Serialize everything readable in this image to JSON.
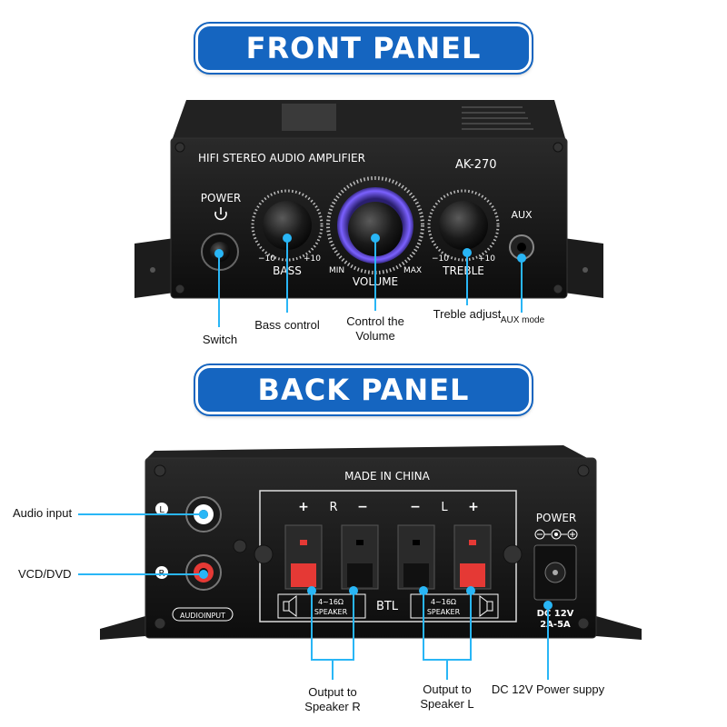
{
  "colors": {
    "banner": "#1565c0",
    "callout_line": "#29b6f6",
    "chassis": "#151515",
    "terminal_red": "#e53935"
  },
  "front": {
    "banner_title": "FRONT PANEL",
    "device_title": "HIFI STEREO AUDIO AMPLIFIER",
    "model": "AK-270",
    "power_label": "POWER",
    "power_icon": "power-icon",
    "aux_label": "AUX",
    "bass": {
      "label": "BASS",
      "min": "−10",
      "max": "+10"
    },
    "volume": {
      "label": "VOLUME",
      "min": "MIN",
      "max": "MAX"
    },
    "treble": {
      "label": "TREBLE",
      "min": "−10",
      "max": "+10"
    },
    "callouts": {
      "switch": "Switch",
      "bass": "Bass control",
      "volume_line1": "Control the",
      "volume_line2": "Volume",
      "treble": "Treble adjust",
      "aux": "AUX mode"
    }
  },
  "back": {
    "banner_title": "BACK PANEL",
    "made_in": "MADE IN CHINA",
    "input_l": "L",
    "input_r": "R",
    "audio_input": "AUDIOINPUT",
    "channel_r": "R",
    "channel_l": "L",
    "plus": "+",
    "minus": "−",
    "btl": "BTL",
    "impedance": "4~16Ω",
    "speaker": "SPEAKER",
    "power_label": "POWER",
    "dc_line1": "DC 12V",
    "dc_line2": "2A-5A",
    "callouts": {
      "audio_input": "Audio input",
      "vcd": "VCD/DVD",
      "out_r_line1": "Output to",
      "out_r_line2": "Speaker R",
      "out_l_line1": "Output to",
      "out_l_line2": "Speaker L",
      "dc": "DC 12V Power suppy"
    }
  }
}
